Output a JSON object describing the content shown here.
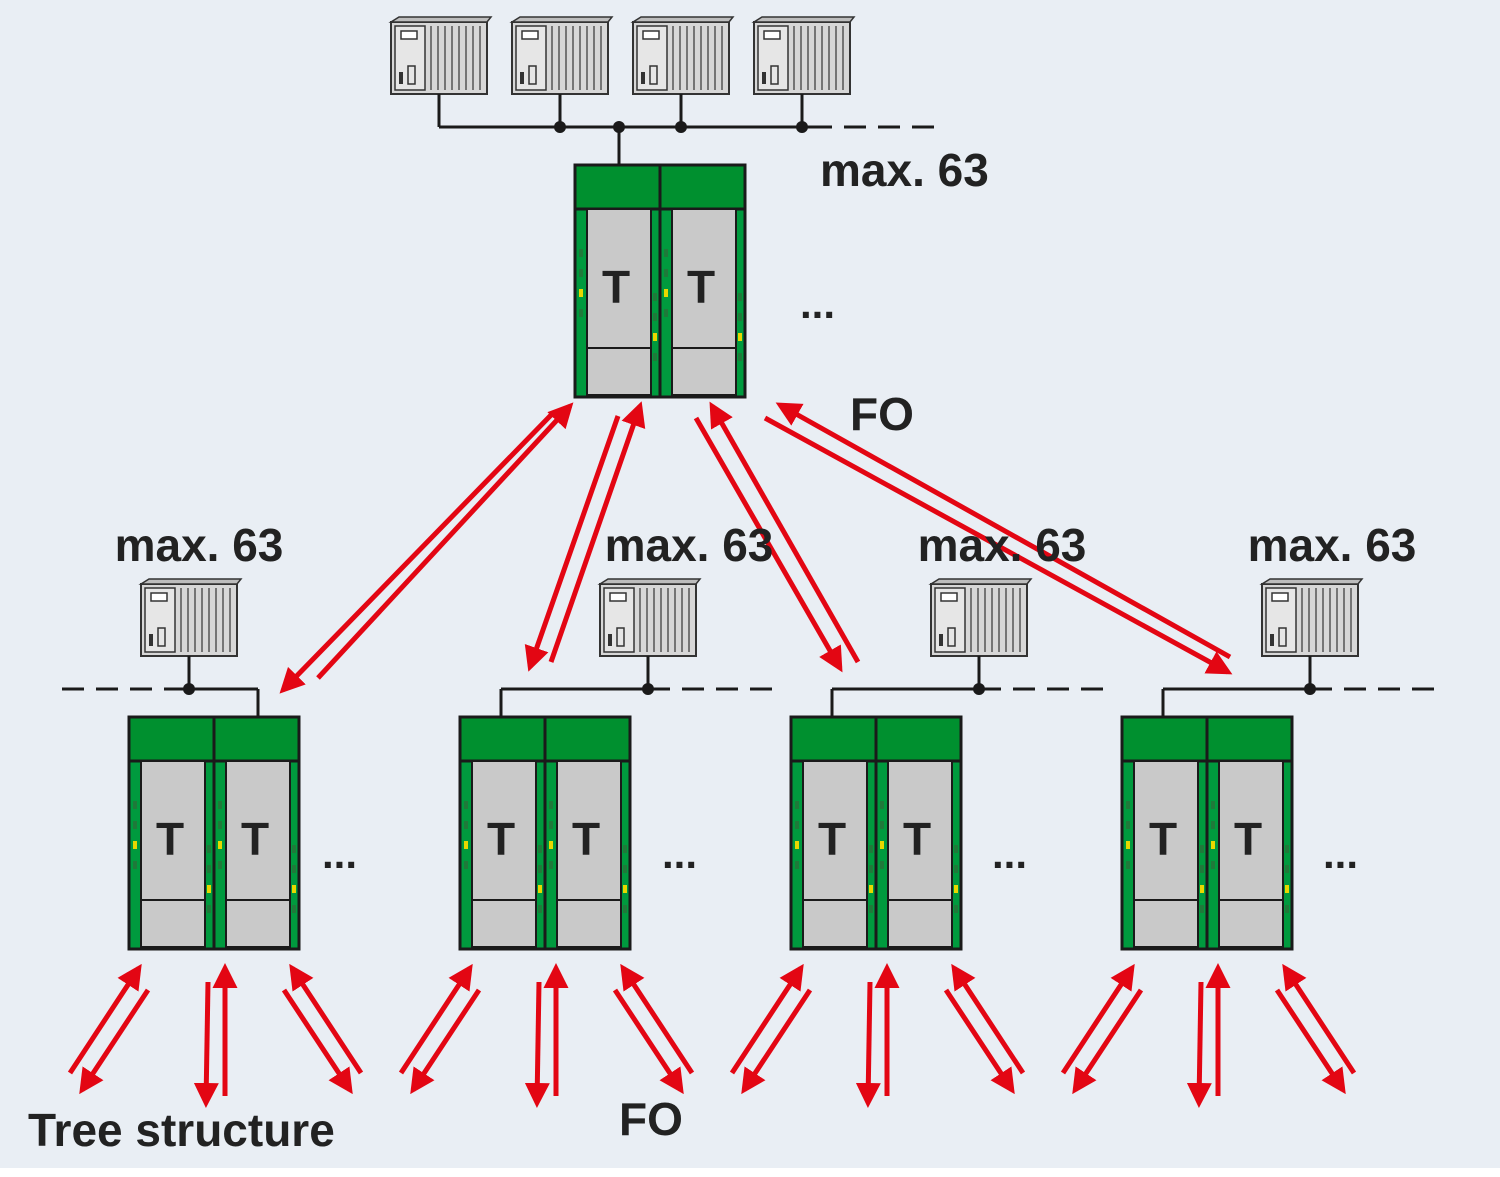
{
  "colors": {
    "background": "#e9eef4",
    "switch_green": "#009a3e",
    "switch_dark": "#00662a",
    "switch_body": "#c9c9c9",
    "fo_arrow": "#e30613",
    "bus_line": "#1a1a1a",
    "plc_body": "#d7d7d7"
  },
  "top": {
    "module_label_left": "T",
    "module_label_right": "T",
    "max_label": "max. 63",
    "ellipsis": "...",
    "fo_label": "FO",
    "plc_count": 4
  },
  "branches": [
    {
      "max_label": "max. 63",
      "module_label_left": "T",
      "module_label_right": "T",
      "ellipsis": "..."
    },
    {
      "max_label": "max. 63",
      "module_label_left": "T",
      "module_label_right": "T",
      "ellipsis": "..."
    },
    {
      "max_label": "max. 63",
      "module_label_left": "T",
      "module_label_right": "T",
      "ellipsis": "..."
    },
    {
      "max_label": "max. 63",
      "module_label_left": "T",
      "module_label_right": "T",
      "ellipsis": "..."
    }
  ],
  "bottom": {
    "fo_label": "FO",
    "caption": "Tree structure"
  }
}
